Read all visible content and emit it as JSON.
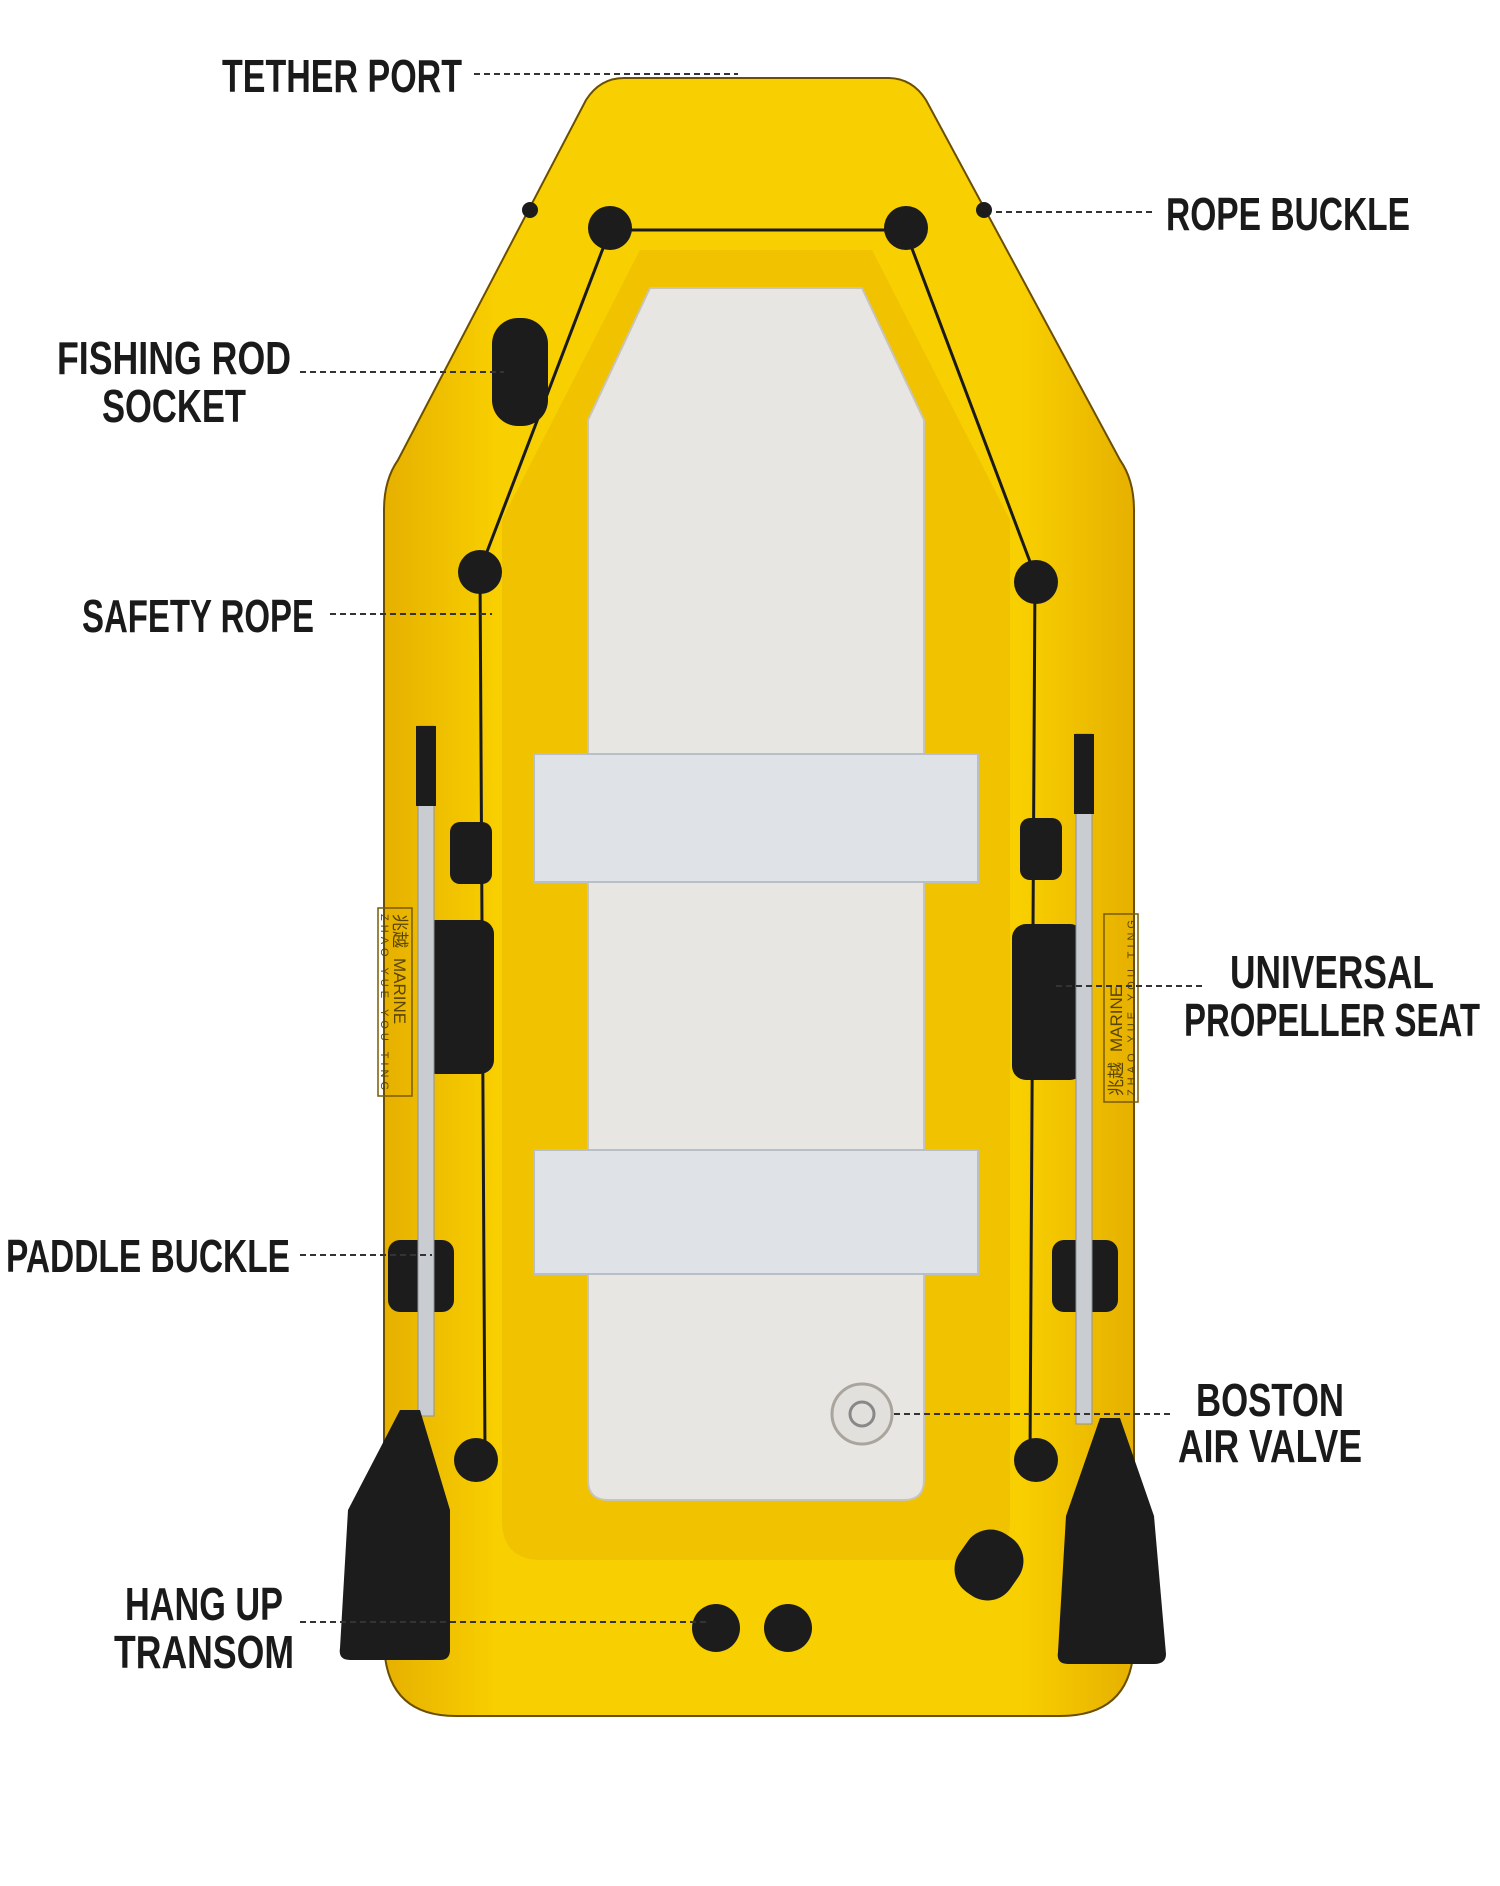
{
  "labels": {
    "tether_port": "TETHER PORT",
    "rope_buckle": "ROPE BUCKLE",
    "fishing_rod_socket": [
      "FISHING ROD",
      "SOCKET"
    ],
    "safety_rope": "SAFETY ROPE",
    "universal_propeller_seat": [
      "UNIVERSAL",
      "PROPELLER SEAT"
    ],
    "paddle_buckle": "PADDLE BUCKLE",
    "boston_air_valve": [
      "BOSTON",
      "AIR VALVE"
    ],
    "hang_up_transom": [
      "HANG UP",
      "TRANSOM"
    ]
  },
  "boat_branding": {
    "chinese": "兆越",
    "brand": "MARINE",
    "romanized": "ZHAO YUE YOU TING"
  },
  "colors": {
    "hull": "#f5c800",
    "hull_shade": "#e0ac00",
    "floor": "#e8e6e2",
    "seat": "#dfe3e8",
    "fittings": "#1c1c1c"
  }
}
